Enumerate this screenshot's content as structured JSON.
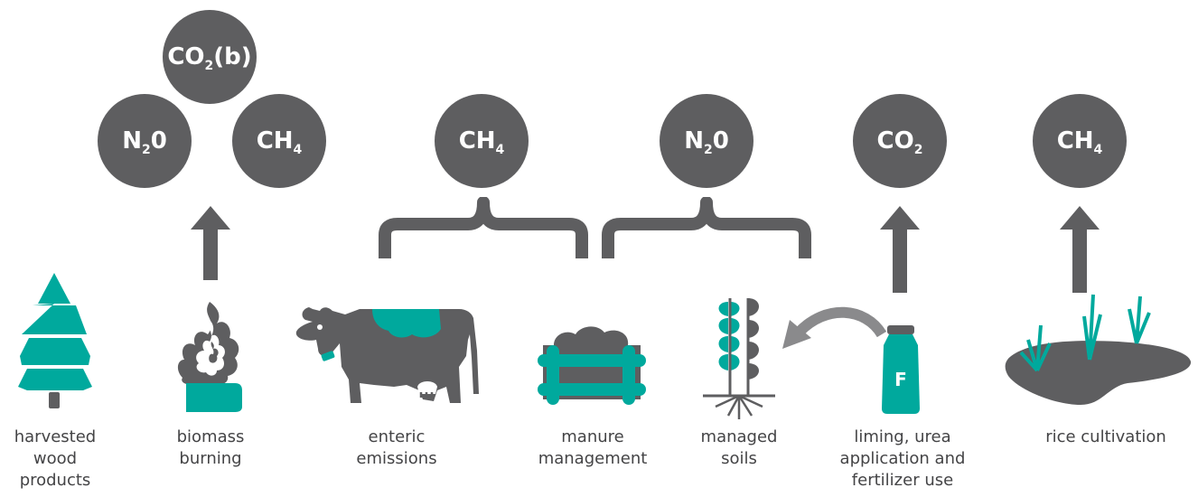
{
  "colors": {
    "gray": "#5e5e60",
    "teal": "#00a99d",
    "text": "#444446"
  },
  "gases": {
    "co2b": {
      "base": "CO",
      "sub": "2",
      "suffix": "(b)"
    },
    "n2o_left": {
      "base": "N",
      "sub": "2",
      "suffix": "0"
    },
    "ch4_left": {
      "base": "CH",
      "sub": "4",
      "suffix": ""
    },
    "ch4_enteric": {
      "base": "CH",
      "sub": "4",
      "suffix": ""
    },
    "n2o_soils": {
      "base": "N",
      "sub": "2",
      "suffix": "0"
    },
    "co2_liming": {
      "base": "CO",
      "sub": "2",
      "suffix": ""
    },
    "ch4_rice": {
      "base": "CH",
      "sub": "4",
      "suffix": ""
    }
  },
  "labels": {
    "harvested_wood": [
      "harvested",
      "wood",
      "products"
    ],
    "biomass_burning": [
      "biomass",
      "burning"
    ],
    "enteric": [
      "enteric",
      "emissions"
    ],
    "manure": [
      "manure",
      "management"
    ],
    "soils": [
      "managed",
      "soils"
    ],
    "liming": [
      "liming, urea",
      "application and",
      "fertilizer use"
    ],
    "rice": [
      "rice cultivation"
    ]
  },
  "fertilizer_letter": "F",
  "icons": [
    "tree-icon",
    "fire-icon",
    "cow-icon",
    "manure-crate-icon",
    "wheat-plant-icon",
    "fertilizer-bottle-icon",
    "rice-field-icon",
    "up-arrow-icon",
    "curly-brace-icon"
  ]
}
